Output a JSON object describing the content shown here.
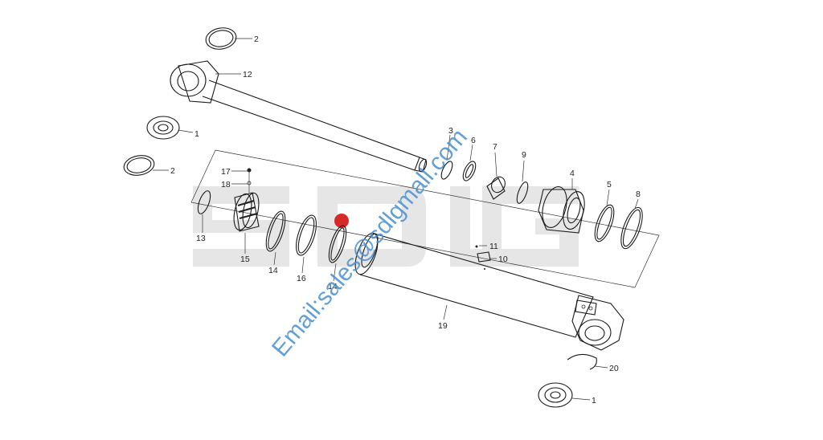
{
  "logo": {
    "text": "SDLG",
    "red_dot_color": "#d62a2a",
    "letter_color": "#e6e6e6"
  },
  "watermark": {
    "text": "Email:sales@sdlgmall.com",
    "color": "#4a90d0"
  },
  "callouts": [
    {
      "id": "c1",
      "label": "2"
    },
    {
      "id": "c2",
      "label": "12"
    },
    {
      "id": "c3",
      "label": "1"
    },
    {
      "id": "c4",
      "label": "2"
    },
    {
      "id": "c5",
      "label": "3"
    },
    {
      "id": "c6",
      "label": "6"
    },
    {
      "id": "c7",
      "label": "7"
    },
    {
      "id": "c8",
      "label": "9"
    },
    {
      "id": "c9",
      "label": "4"
    },
    {
      "id": "c10",
      "label": "5"
    },
    {
      "id": "c11",
      "label": "8"
    },
    {
      "id": "c12",
      "label": "17"
    },
    {
      "id": "c13",
      "label": "18"
    },
    {
      "id": "c14",
      "label": "13"
    },
    {
      "id": "c15",
      "label": "15"
    },
    {
      "id": "c16",
      "label": "14"
    },
    {
      "id": "c17",
      "label": "16"
    },
    {
      "id": "c18",
      "label": "14"
    },
    {
      "id": "c19",
      "label": "11"
    },
    {
      "id": "c20",
      "label": "10"
    },
    {
      "id": "c21",
      "label": "19"
    },
    {
      "id": "c22",
      "label": "20"
    },
    {
      "id": "c23",
      "label": "1"
    }
  ]
}
